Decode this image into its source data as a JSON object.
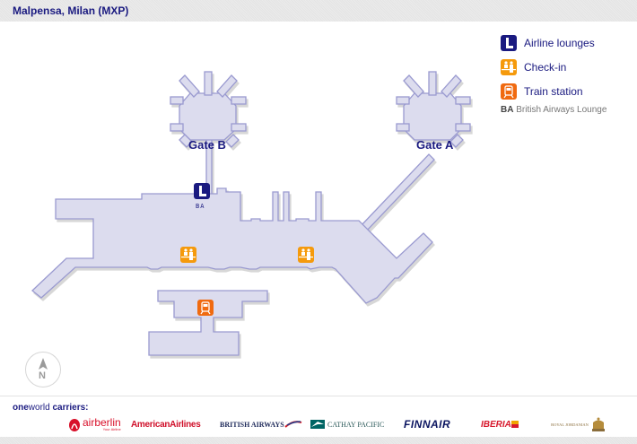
{
  "header": {
    "title": "Malpensa, Milan (MXP)"
  },
  "map": {
    "gates": [
      {
        "label": "Gate B"
      },
      {
        "label": "Gate A"
      }
    ],
    "pois": {
      "lounge": {
        "type": "Airline lounges",
        "tag": "BA"
      },
      "checkin_1": {
        "type": "Check-in"
      },
      "checkin_2": {
        "type": "Check-in"
      },
      "train": {
        "type": "Train station"
      }
    },
    "compass": {
      "label": "N",
      "icon": "north-arrow-icon"
    },
    "colors": {
      "floor_fill": "#dcdcee",
      "floor_stroke": "#9a9ad0",
      "lounge": "#1a1a80",
      "checkin": "#f59a0c",
      "train": "#f06a10"
    }
  },
  "legend": {
    "items": [
      {
        "icon": "lounge-icon",
        "label": "Airline lounges"
      },
      {
        "icon": "checkin-icon",
        "label": "Check-in"
      },
      {
        "icon": "train-icon",
        "label": "Train station"
      }
    ],
    "note_code": "BA",
    "note_text": "British Airways Lounge"
  },
  "footer": {
    "title_one": "one",
    "title_world": "world",
    "title_rest": " carriers:",
    "carriers": [
      {
        "name": "airberlin",
        "sub": "Your Airline"
      },
      {
        "name": "AmericanAirlines"
      },
      {
        "name": "BRITISH AIRWAYS"
      },
      {
        "name": "CATHAY PACIFIC"
      },
      {
        "name": "FINNAIR"
      },
      {
        "name": "IBERIA"
      },
      {
        "name": "ROYAL JORDANIAN"
      }
    ]
  }
}
